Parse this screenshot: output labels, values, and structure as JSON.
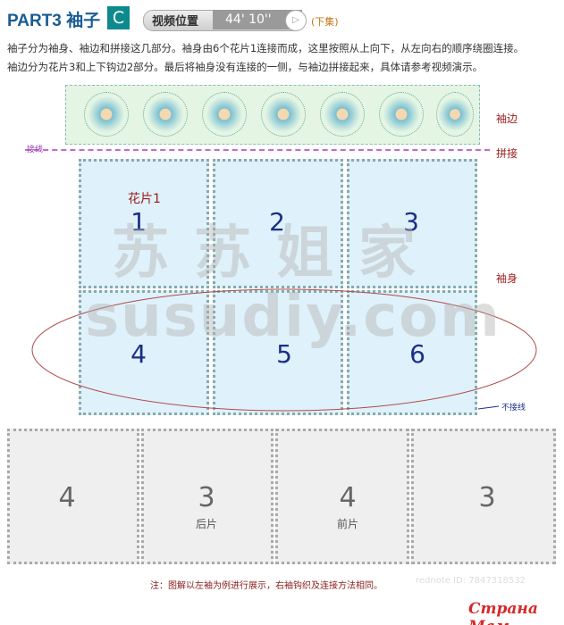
{
  "header": {
    "title": "PART3 袖子",
    "badge": "C",
    "video_label": "视频位置",
    "video_time": "44' 10''",
    "play_icon": "▷",
    "part": "(下集)"
  },
  "description": [
    "袖子分为袖身、袖边和拼接这几部分。袖身由6个花片1连接而成，这里按照从上向下，从左向右的顺序绕圈连接。",
    "袖边分为花片3和上下钩边2部分。最后将袖身没有连接的一侧，与袖边拼接起来，具体请参考视频演示。"
  ],
  "labels": {
    "cuff": "袖边",
    "join": "拼接",
    "body": "袖身",
    "no_join": "不接线",
    "join_line": "接线",
    "motif1": "花片1"
  },
  "sleeve_panels": [
    "1",
    "2",
    "3",
    "4",
    "5",
    "6"
  ],
  "bottom_panels": [
    {
      "num": "4",
      "label": ""
    },
    {
      "num": "3",
      "label": "后片"
    },
    {
      "num": "4",
      "label": "前片"
    },
    {
      "num": "3",
      "label": ""
    }
  ],
  "note": "注：图解以左袖为例进行展示，右袖钩织及连接方法相同。",
  "watermarks": {
    "cn": "苏苏姐家",
    "en": "susudiy.com",
    "id": "rednote ID: 7847318532",
    "brand": "Страна Мам"
  }
}
